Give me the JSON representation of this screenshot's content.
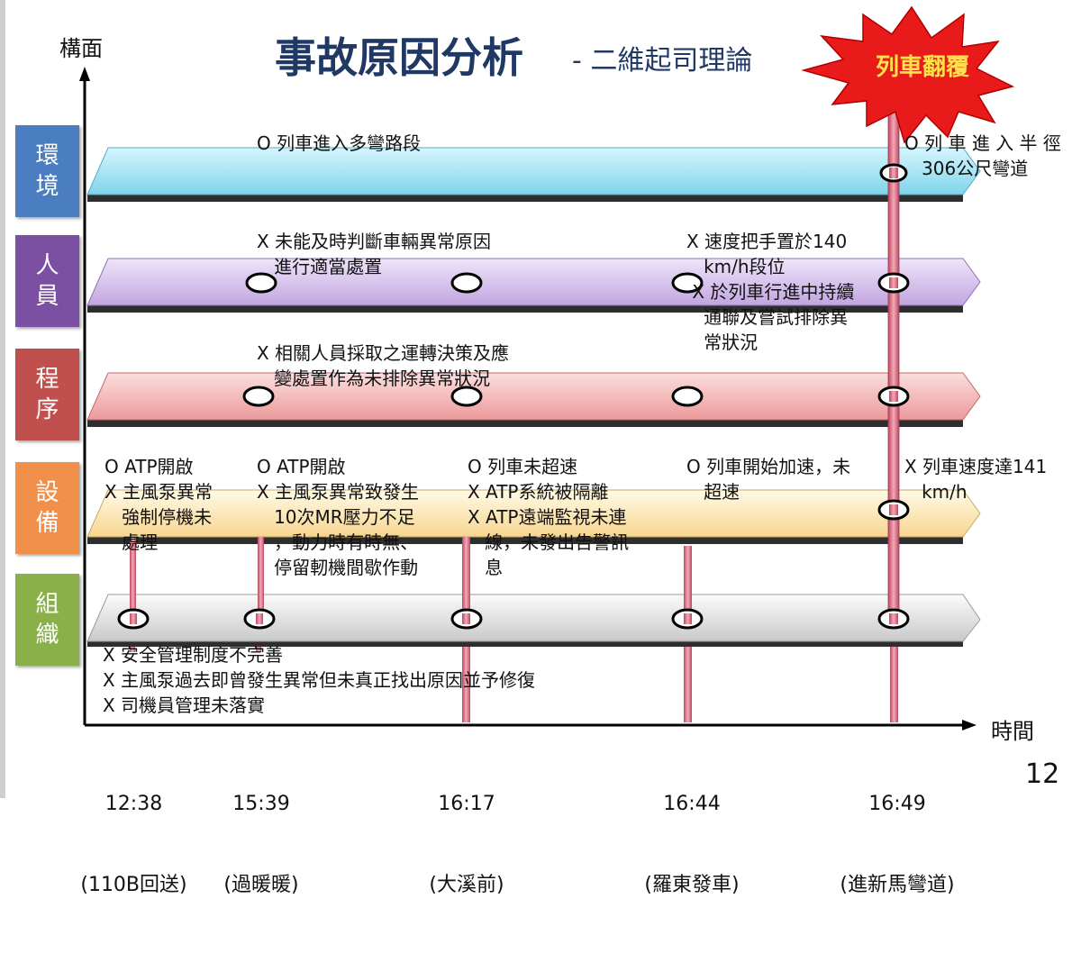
{
  "title": "事故原因分析",
  "subtitle": "- 二維起司理論",
  "y_axis_label": "構面",
  "x_axis_label": "時間",
  "page_number": "12",
  "burst_label": "列車翻覆",
  "categories": [
    {
      "label": "環\n境",
      "color": "#4a7ec1"
    },
    {
      "label": "人\n員",
      "color": "#7b4fa2"
    },
    {
      "label": "程\n序",
      "color": "#c0504d"
    },
    {
      "label": "設\n備",
      "color": "#f0904a"
    },
    {
      "label": "組\n織",
      "color": "#8ab04a"
    }
  ],
  "times": [
    {
      "time": "12:38",
      "sub": "(110B回送)"
    },
    {
      "time": "15:39",
      "sub": "(過暖暖)"
    },
    {
      "time": "16:17",
      "sub": "(大溪前)"
    },
    {
      "time": "16:44",
      "sub": "(羅東發車)"
    },
    {
      "time": "16:49",
      "sub": "(進新馬彎道)"
    }
  ],
  "notes": {
    "env_1": "O 列車進入多彎路段",
    "env_2": "O 列 車 進 入 半 徑\n   306公尺彎道",
    "staff_1": "X 未能及時判斷車輛異常原因\n   進行適當處置",
    "staff_2": "X 速度把手置於140\n   km/h段位\n X 於列車行進中持續\n   通聯及嘗試排除異\n   常狀況",
    "proc_1": "X 相關人員採取之運轉決策及應\n   變處置作為未排除異常狀況",
    "equip_1": "O ATP開啟\nX 主風泵異常\n   強制停機未\n   處理",
    "equip_2": "O ATP開啟\nX 主風泵異常致發生\n   10次MR壓力不足\n   ，動力時有時無、\n   停留軔機間歇作動",
    "equip_3": "O 列車未超速\nX ATP系統被隔離\nX ATP遠端監視未連\n   線，未發出告警訊\n   息",
    "equip_4": "O 列車開始加速，未\n   超速",
    "equip_5": "X 列車速度達141\n   km/h",
    "org_1": "X 安全管理制度不完善\nX 主風泵過去即曾發生異常但未真正找出原因並予修復\nX 司機員管理未落實"
  },
  "colors": {
    "title": "#1f3864",
    "band_env": "#a8e6f5",
    "band_staff": "#d9c4ee",
    "band_proc": "#f3b3b3",
    "band_equip": "#fde7b5",
    "band_org": "#e2e2e2",
    "pole": "#e0708a",
    "burst": "#e81a1a",
    "burst_text": "#ffe14a"
  }
}
